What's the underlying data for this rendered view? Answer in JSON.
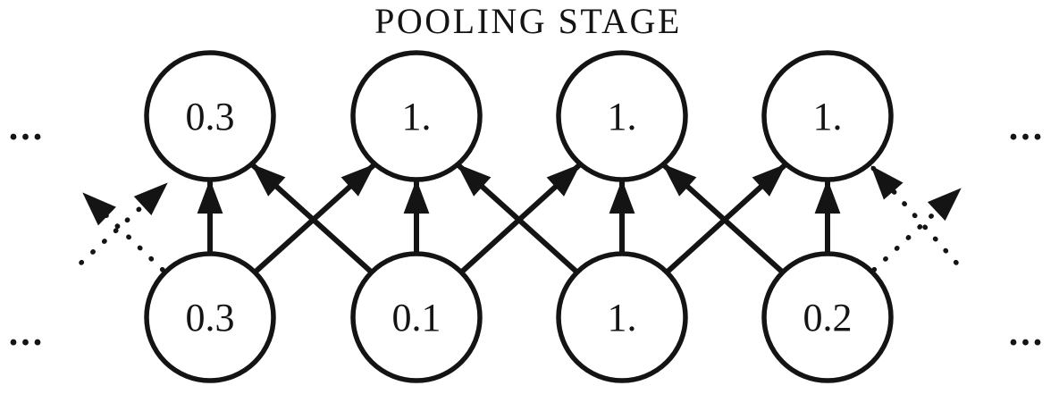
{
  "title": "POOLING STAGE",
  "ellipsis": "...",
  "colors": {
    "ink": "#141414",
    "background": "#ffffff"
  },
  "nodes": {
    "top": [
      {
        "label": "0.3"
      },
      {
        "label": "1."
      },
      {
        "label": "1."
      },
      {
        "label": "1."
      }
    ],
    "bottom": [
      {
        "label": "0.3"
      },
      {
        "label": "0.1"
      },
      {
        "label": "1."
      },
      {
        "label": "0.2"
      }
    ]
  },
  "edges": {
    "solid": [
      "bottom-1 to top-1",
      "bottom-2 to top-2",
      "bottom-3 to top-3",
      "bottom-4 to top-4",
      "bottom-1 to top-2",
      "bottom-2 to top-3",
      "bottom-3 to top-4",
      "bottom-2 to top-1",
      "bottom-3 to top-2",
      "bottom-4 to top-3"
    ],
    "dotted": [
      "bottom-1 to offscreen-top-left",
      "offscreen-bottom-left to top-1",
      "bottom-4 to offscreen-top-right",
      "offscreen-bottom-right to top-4"
    ]
  }
}
